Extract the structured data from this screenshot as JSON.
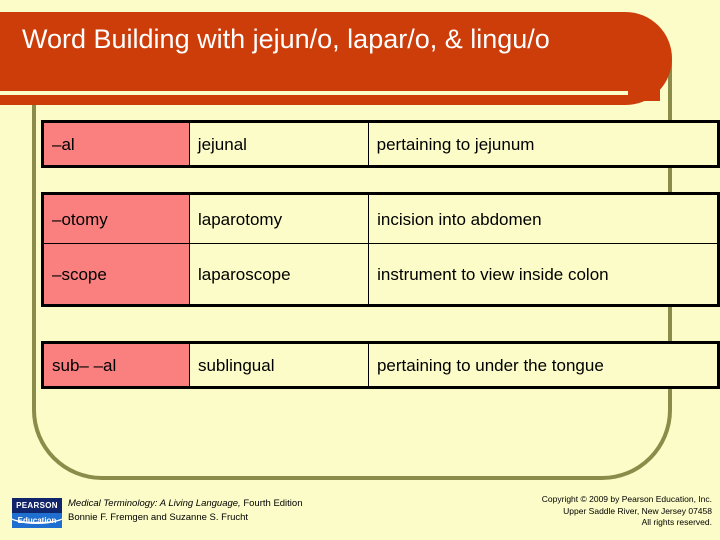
{
  "slide": {
    "title": "Word Building with jejun/o, lapar/o, & lingu/o",
    "background_color": "#fcfcc8",
    "banner_color": "#cc3d0a",
    "accent_color": "#8c8c4a",
    "suffix_cell_color": "#fa8080"
  },
  "tables": [
    {
      "id": "table-1",
      "rows": [
        {
          "suffix": "–al",
          "term": "jejunal",
          "meaning": "pertaining to jejunum"
        }
      ]
    },
    {
      "id": "table-2",
      "rows": [
        {
          "suffix": "–otomy",
          "term": "laparotomy",
          "meaning": "incision into abdomen"
        },
        {
          "suffix": "–scope",
          "term": "laparoscope",
          "meaning": "instrument to view inside colon"
        }
      ]
    },
    {
      "id": "table-3",
      "rows": [
        {
          "suffix": "sub–  –al",
          "term": "sublingual",
          "meaning": "pertaining to under the tongue"
        }
      ]
    }
  ],
  "footer": {
    "logo": {
      "top_text": "PEARSON",
      "bottom_text": "Education"
    },
    "citation_title": "Medical Terminology: A Living Language,",
    "citation_edition": " Fourth Edition",
    "citation_authors": "Bonnie F. Fremgen and Suzanne S. Frucht",
    "copyright_line1": "Copyright © 2009 by Pearson Education, Inc.",
    "copyright_line2": "Upper Saddle River, New Jersey 07458",
    "copyright_line3": "All rights reserved."
  }
}
